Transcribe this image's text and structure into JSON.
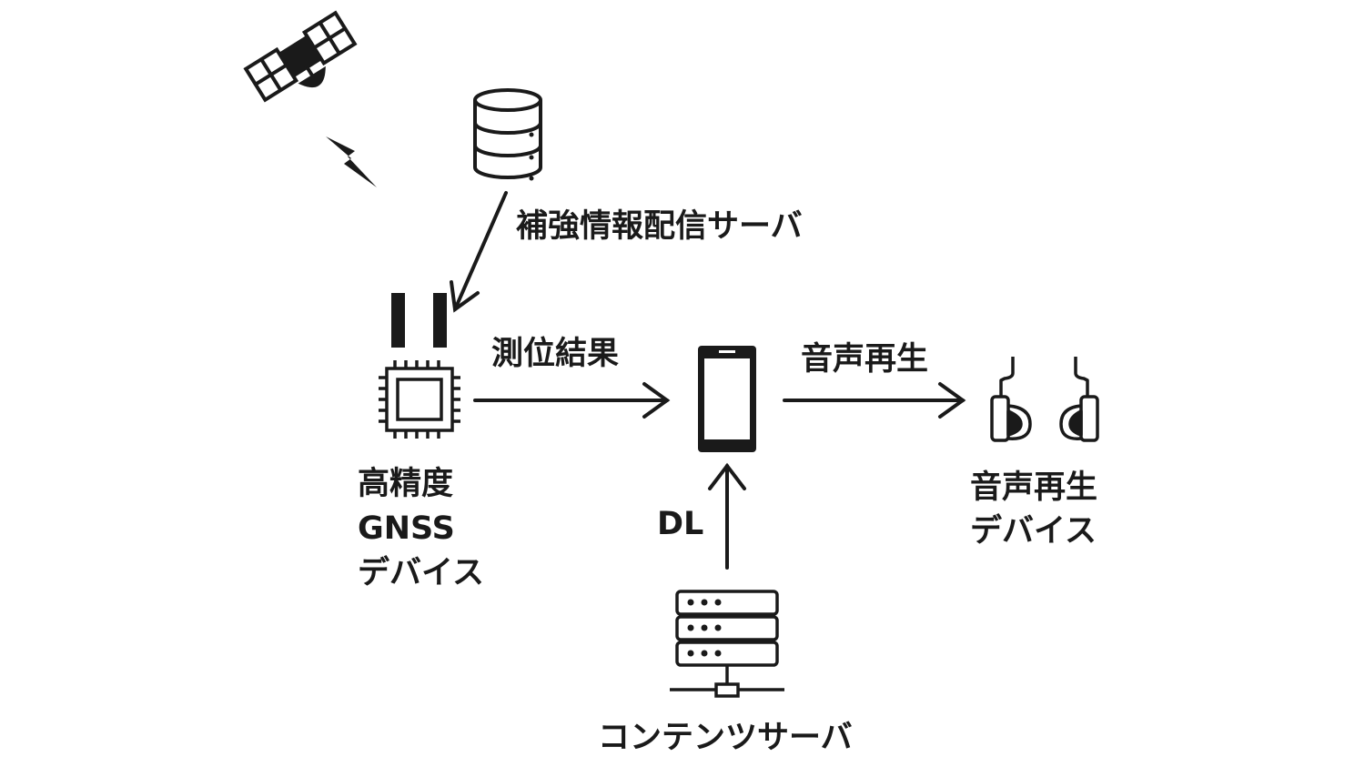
{
  "diagram": {
    "labels": {
      "augmentation_server": "補強情報配信サーバ",
      "positioning_result": "測位結果",
      "audio_playback": "音声再生",
      "dl": "DL",
      "gnss_device": [
        "高精度",
        "GNSS",
        "デバイス"
      ],
      "audio_device": [
        "音声再生",
        "デバイス"
      ],
      "content_server": "コンテンツサーバ"
    },
    "icons": {
      "satellite": "satellite-icon",
      "signal": "lightning-bolt-icon",
      "database": "database-icon",
      "gnss_chip": "gnss-chip-icon",
      "smartphone": "smartphone-icon",
      "earbuds": "earbuds-icon",
      "server_rack": "server-rack-icon"
    },
    "colors": {
      "ink": "#1a1a1a",
      "background": "#ffffff"
    }
  }
}
